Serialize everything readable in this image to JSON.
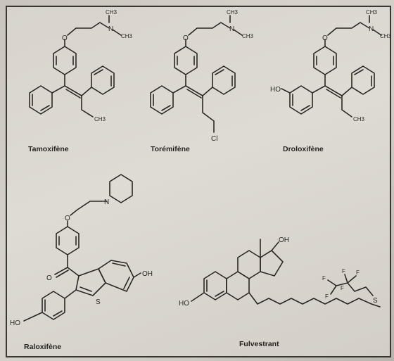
{
  "compounds": [
    {
      "name": "Tamoxifène"
    },
    {
      "name": "Torémifène"
    },
    {
      "name": "Droloxifène"
    },
    {
      "name": "Raloxifène"
    },
    {
      "name": "Fulvestrant"
    }
  ],
  "atoms": {
    "o": "O",
    "n": "N",
    "ch3": "CH3",
    "cl": "Cl",
    "ho": "HO",
    "oh": "OH",
    "s": "S",
    "f": "F"
  }
}
